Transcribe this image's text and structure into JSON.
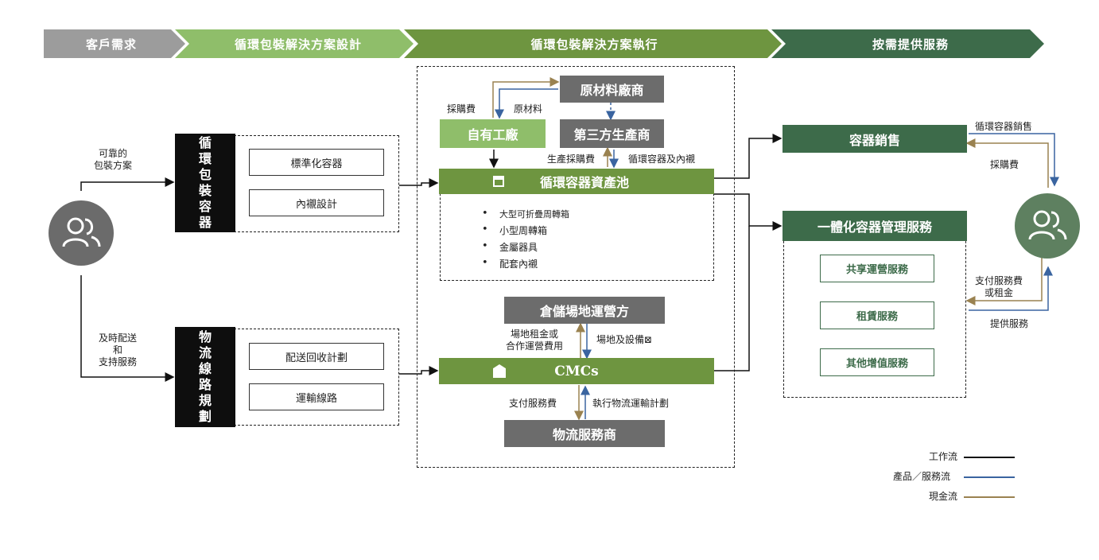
{
  "header": {
    "stage1": "客戶需求",
    "stage2": "循環包裝解決方案設計",
    "stage3": "循環包裝解決方案執行",
    "stage4": "按需提供服務"
  },
  "left": {
    "label_top": [
      "可靠的",
      "包裝方案"
    ],
    "label_bottom": [
      "及時配送",
      "和",
      "支持服務"
    ],
    "avatar_icon": "users-icon"
  },
  "design": {
    "container_title": [
      "循",
      "環",
      "包",
      "裝",
      "容",
      "器"
    ],
    "container_items": [
      "標準化容器",
      "內襯設計"
    ],
    "logistics_title": [
      "物",
      "流",
      "線",
      "路",
      "規",
      "劃"
    ],
    "logistics_items": [
      "配送回收計劃",
      "運輸線路"
    ]
  },
  "execution": {
    "raw_supplier": "原材料廠商",
    "own_factory": "自有工廠",
    "third_party": "第三方生產商",
    "purchase_fee": "採購費",
    "raw_material": "原材料",
    "production_fee": "生產採購費",
    "container_lining": "循環容器及內襯",
    "pool_title": "循環容器資產池",
    "pool_items": [
      "大型可折疊周轉箱",
      "小型周轉箱",
      "金屬器具",
      "配套內襯"
    ],
    "warehouse_operator": "倉儲場地運營方",
    "rent_label": [
      "場地租金或",
      "合作運營費用"
    ],
    "venue_label": "場地及設備⊠",
    "cmcs": "CMCs",
    "pay_service": "支付服務費",
    "logistics_plan": "執行物流運輸計劃",
    "logistics_provider": "物流服務商"
  },
  "service": {
    "container_sales": "容器銷售",
    "integrated": "一體化容器管理服務",
    "sub_items": [
      "共享運營服務",
      "租賃服務",
      "其他增值服務"
    ],
    "sales_label": "循環容器銷售",
    "purchase_label": "採購費",
    "pay_label": [
      "支付服務費",
      "或租金"
    ],
    "provide_label": "提供服務",
    "avatar_icon": "users-icon"
  },
  "legend": {
    "items": [
      {
        "label": "工作流",
        "color": "#111111"
      },
      {
        "label": "產品／服務流",
        "color": "#3a64a0"
      },
      {
        "label": "現金流",
        "color": "#9a8250"
      }
    ]
  },
  "colors": {
    "stage1": "#9c9c9c",
    "stage2": "#8fbe6a",
    "stage3": "#6e9540",
    "stage4": "#3d6b4a",
    "work": "#111111",
    "product": "#3a64a0",
    "cash": "#9a8250"
  }
}
